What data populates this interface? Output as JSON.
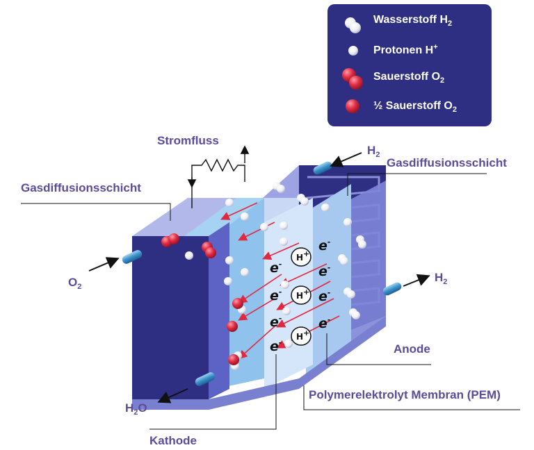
{
  "legend": {
    "items": [
      {
        "text": "Wasserstoff",
        "sub": "H",
        "sub2": "2"
      },
      {
        "text": "Protonen H",
        "sup": "+"
      },
      {
        "text": "Sauerstoff O",
        "sub2": "2"
      },
      {
        "text": "½ Sauerstoff O",
        "sub2": "2"
      }
    ]
  },
  "labels": {
    "current_flow": "Stromfluss",
    "gas_diffusion_left": "Gasdiffusionsschicht",
    "gas_diffusion_right": "Gasdiffusionsschicht",
    "h2_in_main": "H",
    "h2_in_sub": "2",
    "h2_out_main": "H",
    "h2_out_sub": "2",
    "o2_in_main": "O",
    "o2_in_sub": "2",
    "h2o_out_main": "H",
    "h2o_out_sub": "2",
    "h2o_out_tail": "O",
    "anode": "Anode",
    "pem": "Polymerelektrolyt Membran (PEM)",
    "cathode": "Kathode"
  },
  "charges": {
    "electron": "e",
    "electron_sup": "-",
    "proton": "H",
    "proton_sup": "+"
  },
  "colors": {
    "text_accent": "#5b4b9a",
    "legend_bg": "#2e2f83",
    "housing_dark": "#2e2f83",
    "housing_light": "#8b8fd6",
    "gas_layer": "#8fc2ec",
    "oxygen": "#d7263d",
    "hydrogen": "#ffffff"
  }
}
